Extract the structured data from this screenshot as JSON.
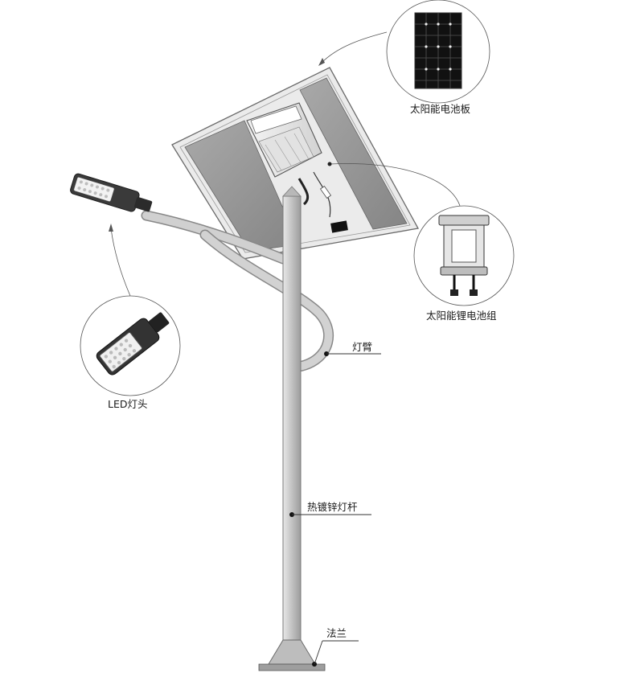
{
  "labels": {
    "solar_panel": "太阳能电池板",
    "battery": "太阳能锂电池组",
    "lamp_arm": "灯臂",
    "led_head": "LED灯头",
    "pole": "热镀锌灯杆",
    "flange": "法兰"
  },
  "colors": {
    "panel_frame": "#e4e4e4",
    "panel_cell": "#9a9a9a",
    "pole": "#c4c4c4",
    "lamp_body": "#3a3a3a",
    "led": "#f2f2f2"
  },
  "icons": {
    "solar_panel_detail": "solar-panel-icon",
    "battery_detail": "battery-pack-icon",
    "led_head_detail": "led-lamp-head-icon"
  }
}
